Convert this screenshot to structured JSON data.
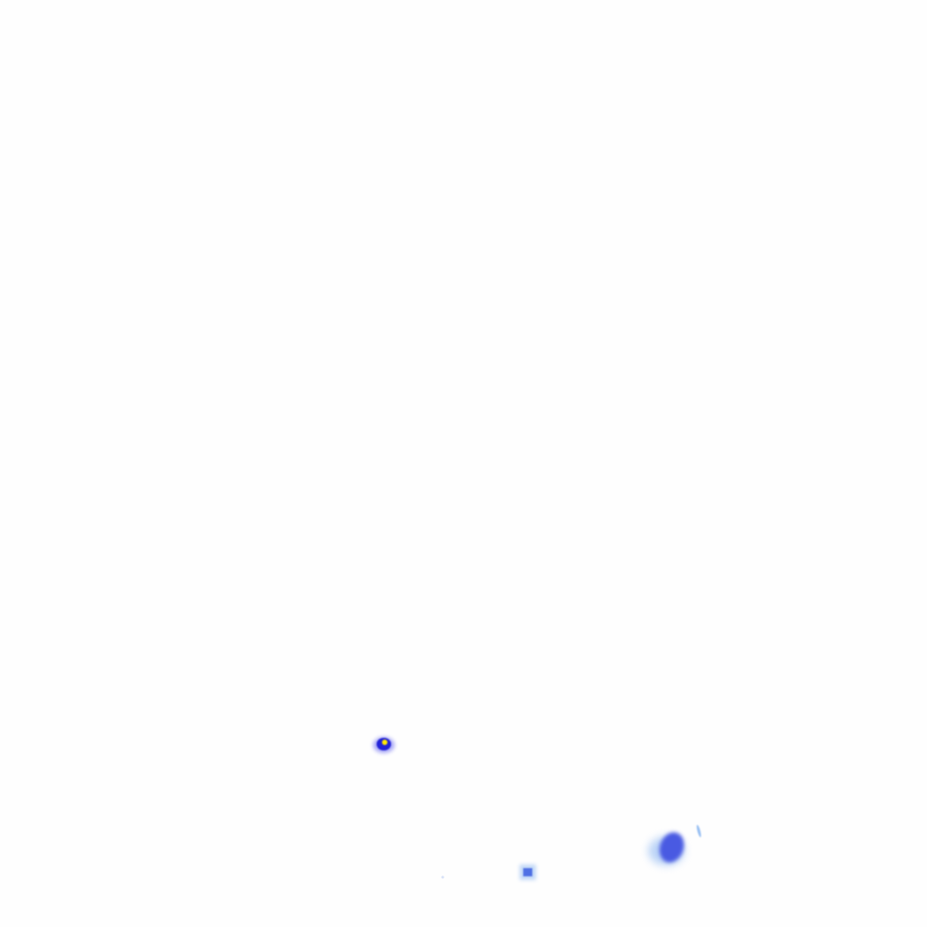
{
  "image": {
    "background_color": "#fefefe",
    "blobs": [
      {
        "id": "bright-blob",
        "color": "#2323d8",
        "core_color": "#ffe800",
        "halo_color": "#6a6af0"
      },
      {
        "id": "large-blob",
        "color": "#4a5ae2",
        "halo_color": "#8fb8f2"
      },
      {
        "id": "small-square-blob",
        "color": "#5070e4",
        "halo_color": "#a8c8f4"
      },
      {
        "id": "thin-streak",
        "color": "#7fb0f0"
      },
      {
        "id": "faint-speck",
        "color": "#c8d6f4"
      }
    ]
  }
}
